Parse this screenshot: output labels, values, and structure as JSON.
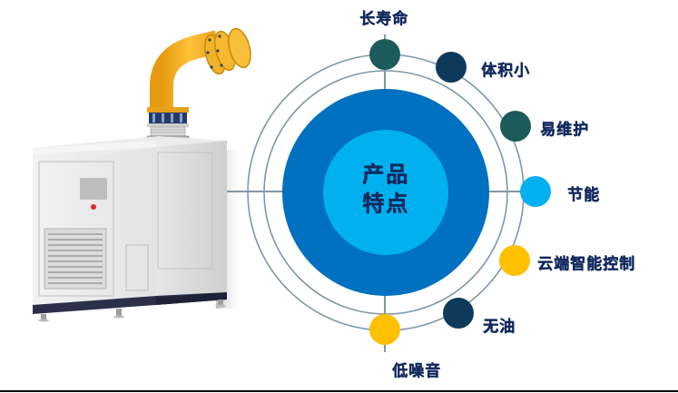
{
  "diagram": {
    "center_title": [
      "产品",
      "特点"
    ],
    "features": [
      {
        "label": "长寿命",
        "dot_color": "#1d5a5a",
        "position": "top"
      },
      {
        "label": "体积小",
        "dot_color": "#0d3a5a",
        "position": "upper-right"
      },
      {
        "label": "易维护",
        "dot_color": "#1d5a5a",
        "position": "right-upper"
      },
      {
        "label": "节能",
        "dot_color": "#00b0ef",
        "position": "right"
      },
      {
        "label": "云端智能控制",
        "dot_color": "#ffc000",
        "position": "right-lower"
      },
      {
        "label": "无油",
        "dot_color": "#0d3a5a",
        "position": "lower-right"
      },
      {
        "label": "低噪音",
        "dot_color": "#ffc000",
        "position": "bottom"
      }
    ],
    "colors": {
      "outer_disc": "#0070c0",
      "inner_disc": "#00b0ef",
      "ring_stroke": "#7f98a8",
      "text": "#132a5e"
    }
  },
  "illustration": {
    "subject": "oil-free air compressor cabinet with yellow exhaust pipe"
  }
}
